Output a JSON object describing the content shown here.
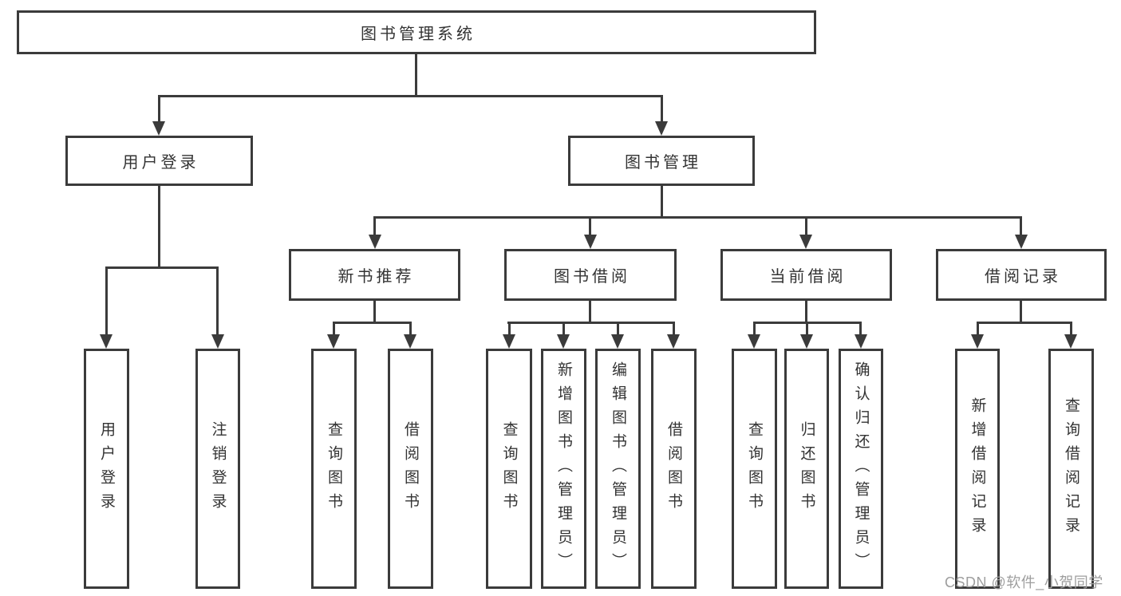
{
  "diagram": {
    "root": {
      "label": "图书管理系统"
    },
    "level2": [
      {
        "label": "用户登录"
      },
      {
        "label": "图书管理"
      }
    ],
    "level3": [
      {
        "label": "新书推荐"
      },
      {
        "label": "图书借阅"
      },
      {
        "label": "当前借阅"
      },
      {
        "label": "借阅记录"
      }
    ],
    "leaves": {
      "user_login": [
        {
          "label": "用户登录"
        },
        {
          "label": "注销登录"
        }
      ],
      "new_book_recommend": [
        {
          "label": "查询图书"
        },
        {
          "label": "借阅图书"
        }
      ],
      "book_borrow": [
        {
          "label": "查询图书"
        },
        {
          "label": "新增图书（管理员）"
        },
        {
          "label": "编辑图书（管理员）"
        },
        {
          "label": "借阅图书"
        }
      ],
      "current_borrow": [
        {
          "label": "查询图书"
        },
        {
          "label": "归还图书"
        },
        {
          "label": "确认归还（管理员）"
        }
      ],
      "borrow_records": [
        {
          "label": "新增借阅记录"
        },
        {
          "label": "查询借阅记录"
        }
      ]
    }
  },
  "watermark": {
    "text": "CSDN @软件_小贺同学"
  },
  "colors": {
    "stroke": "#3b3b3b",
    "text": "#333333",
    "background": "#ffffff",
    "watermark": "#9e9e9e"
  }
}
